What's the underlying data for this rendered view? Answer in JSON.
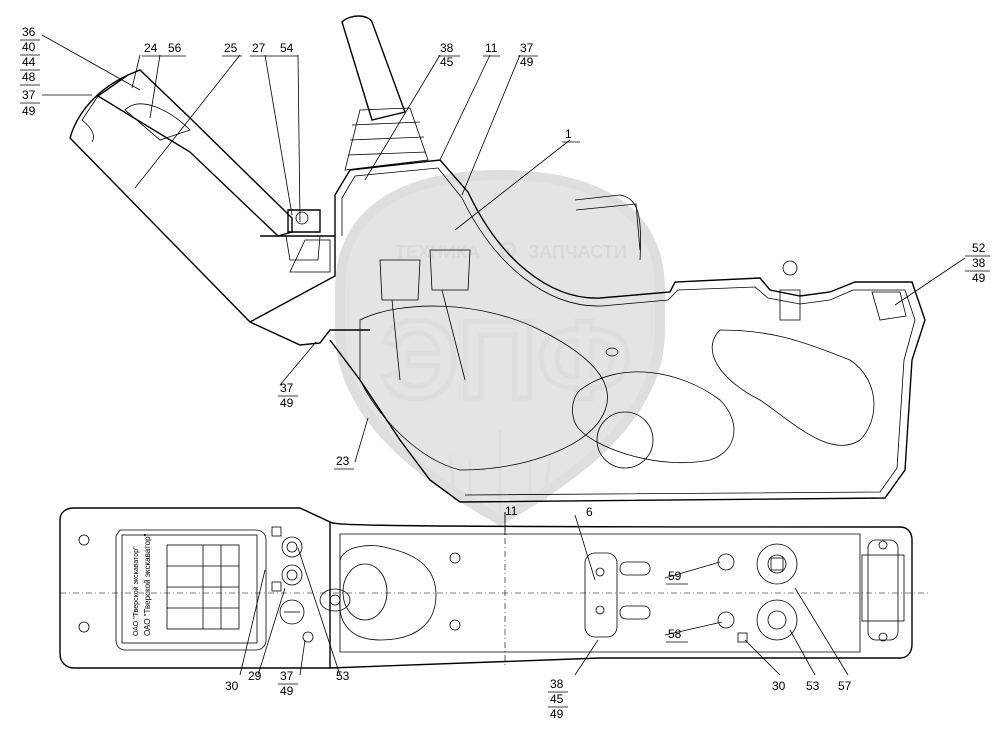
{
  "watermark": {
    "text_left": "ТЕХНИКА",
    "text_right": "ЗАПЧАСТИ",
    "logo": "ЭПФ",
    "gear_icon": "gear-icon"
  },
  "plate": {
    "title": "ОАО \"Тверской экскаватор\"",
    "maker": "ОАО \"Тверской экскаватор\""
  },
  "callouts": {
    "c36": "36",
    "c40": "40",
    "c44": "44",
    "c48": "48",
    "c37a": "37",
    "c49a": "49",
    "c24": "24",
    "c56": "56",
    "c25": "25",
    "c27": "27",
    "c54": "54",
    "c38a": "38",
    "c45a": "45",
    "c11a": "11",
    "c37b": "37",
    "c49b": "49",
    "c1": "1",
    "c52": "52",
    "c38b": "38",
    "c49c": "49",
    "c37c": "37",
    "c49d": "49",
    "c23": "23",
    "c11b": "11",
    "c6": "6",
    "c59": "59",
    "c58": "58",
    "c30a": "30",
    "c29": "29",
    "c53a": "53",
    "c37d": "37",
    "c49e": "49",
    "c38c": "38",
    "c45b": "45",
    "c49f": "49",
    "c30b": "30",
    "c53b": "53",
    "c57": "57"
  }
}
